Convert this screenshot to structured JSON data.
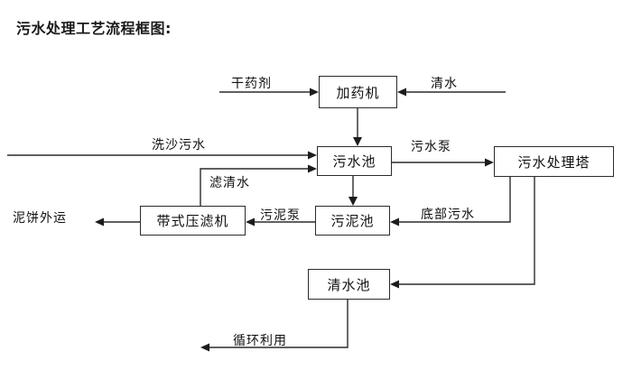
{
  "diagram": {
    "title": "污水处理工艺流程框图:",
    "nodes": [
      {
        "id": "dosing-machine",
        "label": "加药机"
      },
      {
        "id": "wastewater-pool",
        "label": "污水池"
      },
      {
        "id": "treatment-tower",
        "label": "污水处理塔"
      },
      {
        "id": "belt-filter-press",
        "label": "带式压滤机"
      },
      {
        "id": "sludge-pool",
        "label": "污泥池"
      },
      {
        "id": "clean-water-pool",
        "label": "清水池"
      }
    ],
    "terminals": [
      {
        "id": "dry-chemical",
        "label": "干药剂"
      },
      {
        "id": "clean-water-input",
        "label": "清水"
      },
      {
        "id": "sand-wash-water",
        "label": "洗沙污水"
      },
      {
        "id": "mud-cake-transport",
        "label": "泥饼外运"
      }
    ],
    "edge_labels": [
      {
        "id": "filtered-clear-water",
        "label": "滤清水"
      },
      {
        "id": "wastewater-pump",
        "label": "污水泵"
      },
      {
        "id": "sludge-pump",
        "label": "污泥泵"
      },
      {
        "id": "bottom-wastewater",
        "label": "底部污水"
      },
      {
        "id": "recycle-reuse",
        "label": "循环利用"
      }
    ]
  }
}
